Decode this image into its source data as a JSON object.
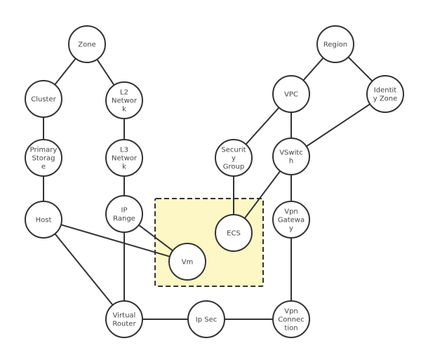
{
  "diagram": {
    "colors": {
      "group_fill": "#fcf7c5",
      "stroke": "#333333",
      "text": "#444444",
      "node_fill": "#ffffff"
    },
    "group": {
      "label": "",
      "members": [
        "vm",
        "ecs"
      ]
    },
    "nodes": [
      {
        "id": "zone",
        "lines": [
          "Zone"
        ]
      },
      {
        "id": "region",
        "lines": [
          "Region"
        ]
      },
      {
        "id": "cluster",
        "lines": [
          "Cluster"
        ]
      },
      {
        "id": "l2-network",
        "lines": [
          "L2",
          "Networ",
          "k"
        ]
      },
      {
        "id": "vpc",
        "lines": [
          "VPC"
        ]
      },
      {
        "id": "identity-zone",
        "lines": [
          "Identit",
          "y Zone"
        ]
      },
      {
        "id": "primary-storage",
        "lines": [
          "Primary",
          "Storag",
          "e"
        ]
      },
      {
        "id": "l3-network",
        "lines": [
          "L3",
          "Networ",
          "k"
        ]
      },
      {
        "id": "security-group",
        "lines": [
          "Securit",
          "y",
          "Group"
        ]
      },
      {
        "id": "vswitch",
        "lines": [
          "VSwitc",
          "h"
        ]
      },
      {
        "id": "host",
        "lines": [
          "Host"
        ]
      },
      {
        "id": "ip-range",
        "lines": [
          "IP",
          "Range"
        ]
      },
      {
        "id": "ecs",
        "lines": [
          "ECS"
        ]
      },
      {
        "id": "vpn-gateway",
        "lines": [
          "Vpn",
          "Gatewa",
          "y"
        ]
      },
      {
        "id": "vm",
        "lines": [
          "Vm"
        ]
      },
      {
        "id": "virtual-router",
        "lines": [
          "Virtual",
          "Router"
        ]
      },
      {
        "id": "ip-sec",
        "lines": [
          "Ip Sec"
        ]
      },
      {
        "id": "vpn-connection",
        "lines": [
          "Vpn",
          "Connec",
          "tion"
        ]
      }
    ],
    "edges": [
      [
        "zone",
        "cluster"
      ],
      [
        "zone",
        "l2-network"
      ],
      [
        "cluster",
        "primary-storage"
      ],
      [
        "primary-storage",
        "host"
      ],
      [
        "l2-network",
        "l3-network"
      ],
      [
        "l3-network",
        "ip-range"
      ],
      [
        "region",
        "vpc"
      ],
      [
        "region",
        "identity-zone"
      ],
      [
        "vpc",
        "security-group"
      ],
      [
        "vpc",
        "vswitch"
      ],
      [
        "identity-zone",
        "vswitch"
      ],
      [
        "security-group",
        "ecs"
      ],
      [
        "vswitch",
        "ecs"
      ],
      [
        "vswitch",
        "vpn-gateway"
      ],
      [
        "vpn-gateway",
        "vpn-connection"
      ],
      [
        "host",
        "vm"
      ],
      [
        "ip-range",
        "vm"
      ],
      [
        "host",
        "virtual-router"
      ],
      [
        "ip-range",
        "virtual-router"
      ],
      [
        "virtual-router",
        "ip-sec"
      ],
      [
        "ip-sec",
        "vpn-connection"
      ]
    ]
  }
}
